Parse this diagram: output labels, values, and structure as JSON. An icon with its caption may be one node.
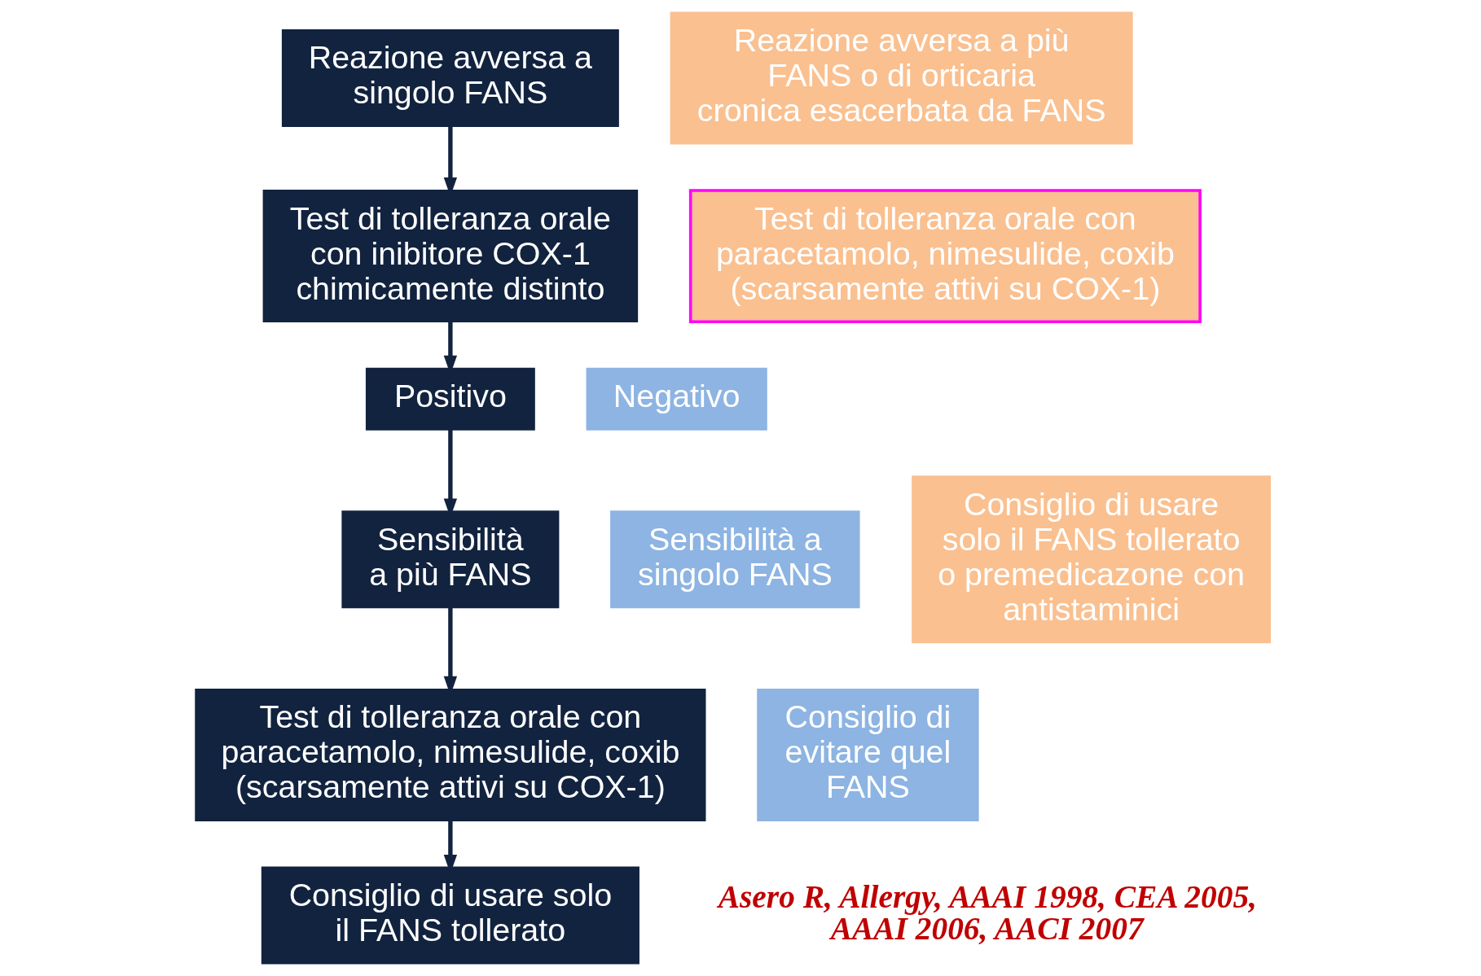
{
  "diagram": {
    "nodes": [
      {
        "text": [
          "Reazione avversa a singolo FANS"
        ]
      },
      {
        "text": [
          "Test di tolleranza orale con inibitore COX-1 chimicamente distinto"
        ]
      },
      {
        "text": [
          "Negativo"
        ]
      },
      {
        "text": [
          "Positivo"
        ]
      },
      {
        "text": [
          "Sensibilità a singolo FANS"
        ]
      },
      {
        "text": [
          "Sensibilità a più FANS"
        ]
      },
      {
        "text": [
          "Consiglio di evitare quel FANS"
        ]
      },
      {
        "text": [
          "Test di tolleranza orale con paracetamolo, nimesulide, coxib (scarsamente attivi su COX-1)"
        ]
      },
      {
        "text": [
          "Consiglio di usare solo il FANS tollerato"
        ]
      },
      {
        "text": [
          "Reazione avversa a più FANS o di orticaria cronica esacerbata da FANS"
        ]
      },
      {
        "text": [
          "Test di tolleranza orale con paracetamolo, nimesulide, coxib (scarsamente attivi su COX-1)"
        ]
      },
      {
        "text": [
          "Consiglio di usare solo il FANS tollerato o premedicazone con antistaminici"
        ]
      }
    ],
    "edges": [
      {
        "from": 0,
        "to": 1,
        "arrow": "to"
      },
      {
        "from": 1,
        "to": 3,
        "arrow": "to"
      },
      {
        "from": 3,
        "to": 5,
        "arrow": "to"
      },
      {
        "from": 5,
        "to": 7,
        "arrow": "to"
      },
      {
        "from": 7,
        "to": 8,
        "arrow": "to"
      }
    ],
    "labels": [
      "Asero R, Allergy, AAAI 1998, CEA 2005, AAAI 2006, AACI 2007"
    ]
  }
}
